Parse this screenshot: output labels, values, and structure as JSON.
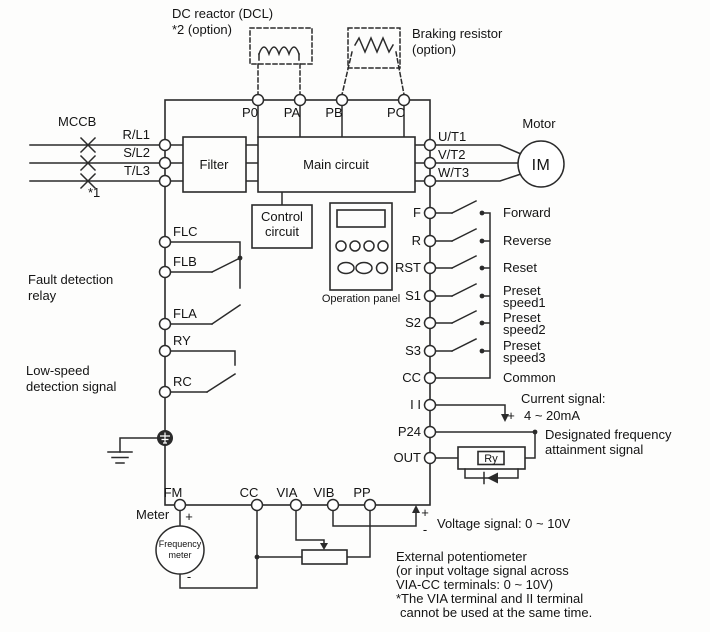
{
  "colors": {
    "bg": "#fdfdfc",
    "line": "#2b2b2b",
    "text": "#141414"
  },
  "top": {
    "dc_reactor_line1": "DC reactor (DCL)",
    "dc_reactor_line2": "*2 (option)",
    "braking_line1": "Braking resistor",
    "braking_line2": "(option)",
    "terminals": [
      "P0",
      "PA",
      "PB",
      "PC"
    ]
  },
  "input": {
    "mccb": "MCCB",
    "phases": [
      "R/L1",
      "S/L2",
      "T/L3"
    ],
    "note": "*1"
  },
  "blocks": {
    "filter": "Filter",
    "main_circuit": "Main circuit",
    "control_line1": "Control",
    "control_line2": "circuit",
    "operation_panel": "Operation panel"
  },
  "output": {
    "terminals": [
      "U/T1",
      "V/T2",
      "W/T3"
    ],
    "motor": "Motor",
    "motor_symbol": "IM"
  },
  "left": {
    "terminals": [
      "FLC",
      "FLB",
      "FLA",
      "RY",
      "RC"
    ],
    "fault_line1": "Fault detection",
    "fault_line2": "relay",
    "lowspeed_line1": "Low-speed",
    "lowspeed_line2": "detection signal"
  },
  "right": {
    "rows": [
      {
        "terminal": "F",
        "label1": "Forward"
      },
      {
        "terminal": "R",
        "label1": "Reverse"
      },
      {
        "terminal": "RST",
        "label1": "Reset"
      },
      {
        "terminal": "S1",
        "label1": "Preset",
        "label2": "speed1"
      },
      {
        "terminal": "S2",
        "label1": "Preset",
        "label2": "speed2"
      },
      {
        "terminal": "S3",
        "label1": "Preset",
        "label2": "speed3"
      },
      {
        "terminal": "CC",
        "label1": "Common"
      }
    ],
    "ii_terminal": "I I",
    "current_line1": "Current signal:",
    "current_plus": "+",
    "current_line2": "4 ~ 20mA",
    "p24": "P24",
    "out": "OUT",
    "ry": "Ry",
    "attain_line1": "Designated frequency",
    "attain_line2": "attainment signal"
  },
  "bottom": {
    "terminals": [
      "FM",
      "CC",
      "VIA",
      "VIB",
      "PP"
    ],
    "meter": "Meter",
    "plus": "+",
    "minus": "-",
    "freq_line1": "Frequency",
    "freq_line2": "meter",
    "voltage_signal": "Voltage signal: 0 ~ 10V",
    "pot_line1": "External potentiometer",
    "pot_line2": "(or input voltage signal across",
    "pot_line3": "VIA-CC terminals: 0 ~ 10V)",
    "pot_line4": "*The VIA terminal and II terminal",
    "pot_line5": "cannot be used at the same time."
  }
}
